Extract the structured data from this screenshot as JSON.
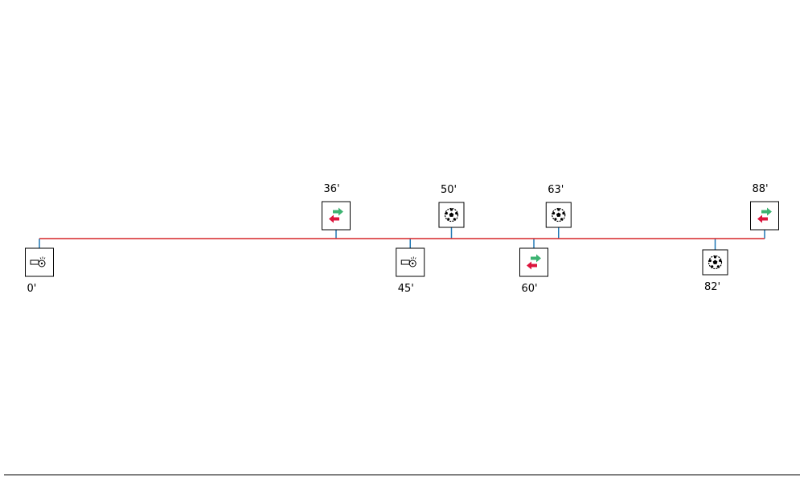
{
  "timeline": {
    "axis_color": "#d62728",
    "stem_color": "#1f77b4",
    "events": [
      {
        "minute": 0,
        "label": "0'",
        "type": "whistle",
        "side": "below"
      },
      {
        "minute": 36,
        "label": "36'",
        "type": "substitution",
        "side": "above"
      },
      {
        "minute": 45,
        "label": "45'",
        "type": "whistle",
        "side": "below"
      },
      {
        "minute": 50,
        "label": "50'",
        "type": "goal",
        "side": "above"
      },
      {
        "minute": 60,
        "label": "60'",
        "type": "substitution",
        "side": "below"
      },
      {
        "minute": 63,
        "label": "63'",
        "type": "goal",
        "side": "above"
      },
      {
        "minute": 82,
        "label": "82'",
        "type": "goal",
        "side": "below"
      },
      {
        "minute": 88,
        "label": "88'",
        "type": "substitution",
        "side": "above"
      }
    ],
    "icons": {
      "whistle": "whistle-icon",
      "substitution": "substitution-icon",
      "goal": "soccer-ball-icon"
    },
    "colors": {
      "sub_in": "#3cb371",
      "sub_out": "#dc143c"
    }
  }
}
